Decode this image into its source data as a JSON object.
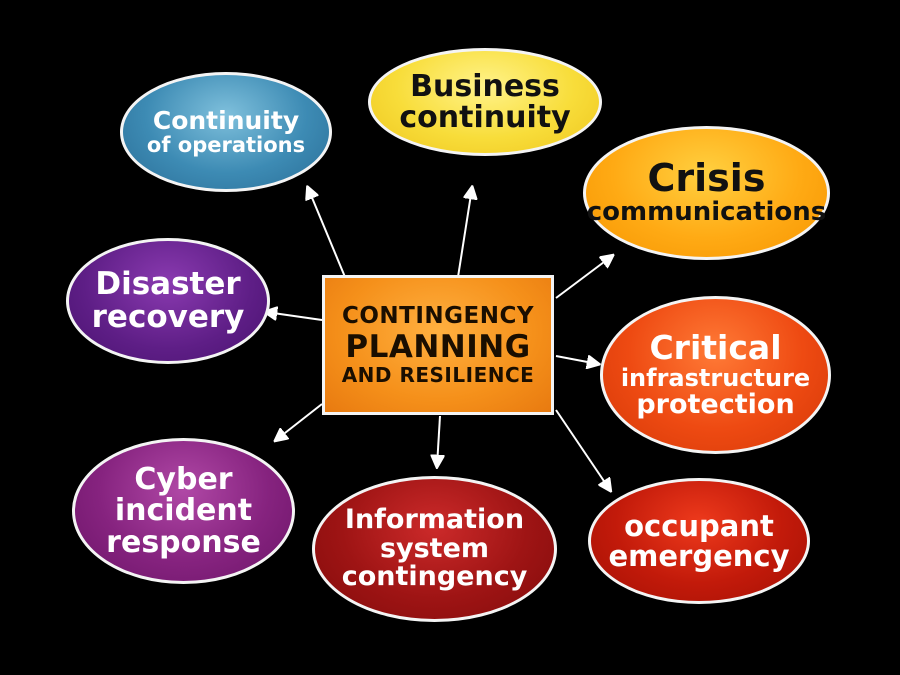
{
  "diagram": {
    "center": {
      "lines": [
        "CONTINGENCY",
        "PLANNING",
        "AND RESILIENCE"
      ]
    },
    "branches": [
      {
        "id": "continuity-of-operations",
        "lines": [
          "Continuity",
          "of operations"
        ],
        "fill": "#3d8bb4"
      },
      {
        "id": "business-continuity",
        "lines": [
          "Business",
          "continuity"
        ],
        "fill": "#f8dd3a"
      },
      {
        "id": "crisis-communications",
        "lines": [
          "Crisis",
          "communications"
        ],
        "fill": "#ffaa14"
      },
      {
        "id": "disaster-recovery",
        "lines": [
          "Disaster",
          "recovery"
        ],
        "fill": "#5e1e86"
      },
      {
        "id": "critical-infrastructure-protection",
        "lines": [
          "Critical",
          "infrastructure",
          "protection"
        ],
        "fill": "#ee4a12"
      },
      {
        "id": "cyber-incident-response",
        "lines": [
          "Cyber",
          "incident",
          "response"
        ],
        "fill": "#86237f"
      },
      {
        "id": "information-system-contingency",
        "lines": [
          "Information",
          "system",
          "contingency"
        ],
        "fill": "#9e1414"
      },
      {
        "id": "occupant-emergency",
        "lines": [
          "occupant",
          "emergency"
        ],
        "fill": "#c21a0a"
      }
    ],
    "background": "#000000",
    "center_fill": "#f5901a",
    "stroke": "#f4f4f4"
  }
}
